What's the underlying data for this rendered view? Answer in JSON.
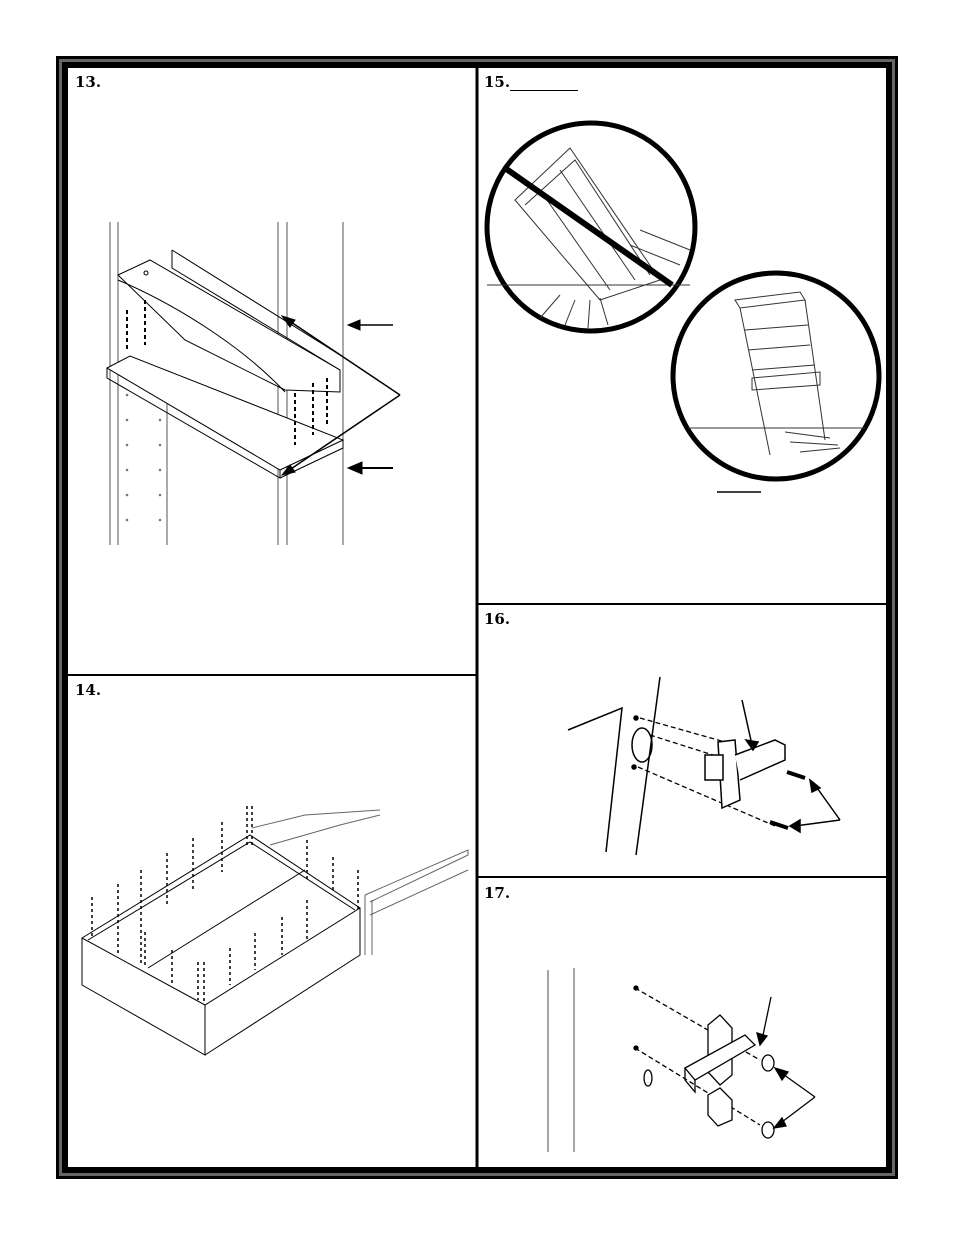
{
  "steps": {
    "s13": {
      "number": "13."
    },
    "s14": {
      "number": "14."
    },
    "s15": {
      "number": "15."
    },
    "s16": {
      "number": "16."
    },
    "s17": {
      "number": "17."
    }
  }
}
